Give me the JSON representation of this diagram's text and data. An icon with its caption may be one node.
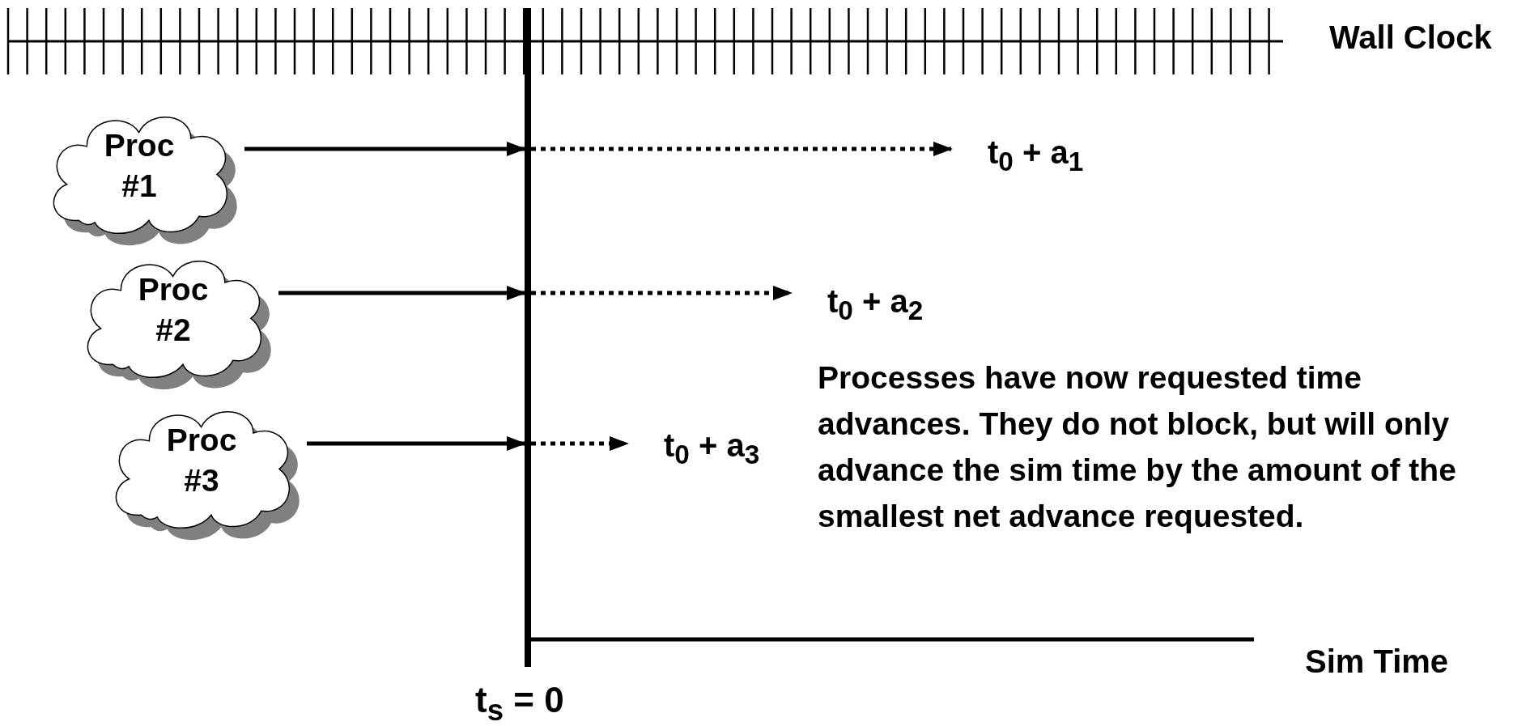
{
  "diagram": {
    "nodes": [
      {
        "text": [
          "Proc #1"
        ]
      },
      {
        "text": [
          "Proc #2"
        ]
      },
      {
        "text": [
          "Proc #3"
        ]
      },
      {
        "text": [],
        "shape": "bar"
      },
      {
        "text": [
          "t$_{0}$ + a$_{1}$"
        ]
      },
      {
        "text": [
          "t$_{0}$ + a$_{2}$"
        ]
      },
      {
        "text": [
          "t$_{0}$ + a$_{3}$"
        ]
      }
    ],
    "edges": [
      {
        "from": 0,
        "to": 3,
        "arrow": "to"
      },
      {
        "from": 3,
        "to": 4,
        "arrow": "to",
        "style": "dashed"
      },
      {
        "from": 1,
        "to": 3,
        "arrow": "to"
      },
      {
        "from": 3,
        "to": 5,
        "arrow": "to",
        "style": "dashed"
      },
      {
        "from": 2,
        "to": 3,
        "arrow": "to"
      },
      {
        "from": 3,
        "to": 6,
        "arrow": "to",
        "style": "dashed"
      }
    ],
    "labels": [
      "Wall Clock",
      "Processes have now requested time advances. They do not block, but will only advance the sim time by the amount of the smallest net advance requested.",
      "Sim Time",
      "t$_{s}$ = 0"
    ]
  }
}
